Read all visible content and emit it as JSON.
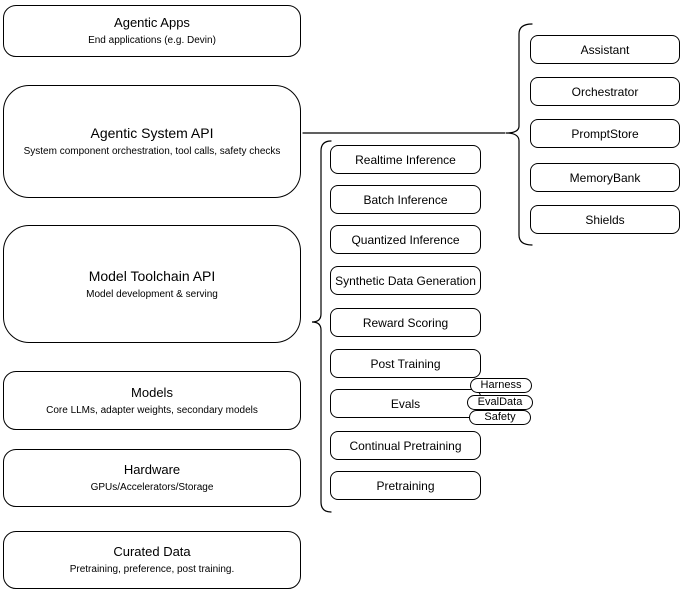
{
  "colors": {
    "stroke": "#000000",
    "box_fill": "#ffffff",
    "background": "#ffffff",
    "text": "#000000"
  },
  "left_stack": [
    {
      "title": "Agentic Apps",
      "subtitle": "End applications (e.g. Devin)"
    },
    {
      "title": "Agentic System API",
      "subtitle": "System component orchestration, tool calls, safety checks"
    },
    {
      "title": "Model Toolchain API",
      "subtitle": "Model development & serving"
    },
    {
      "title": "Models",
      "subtitle": "Core LLMs, adapter weights, secondary models"
    },
    {
      "title": "Hardware",
      "subtitle": "GPUs/Accelerators/Storage"
    },
    {
      "title": "Curated Data",
      "subtitle": "Pretraining, preference, post training."
    }
  ],
  "toolchain_components": [
    "Realtime Inference",
    "Batch Inference",
    "Quantized Inference",
    "Synthetic Data Generation",
    "Reward Scoring",
    "Post Training",
    "Evals",
    "Continual Pretraining",
    "Pretraining"
  ],
  "evals_tags": [
    "Harness",
    "EvalData",
    "Safety"
  ],
  "system_components": [
    "Assistant",
    "Orchestrator",
    "PromptStore",
    "MemoryBank",
    "Shields"
  ]
}
